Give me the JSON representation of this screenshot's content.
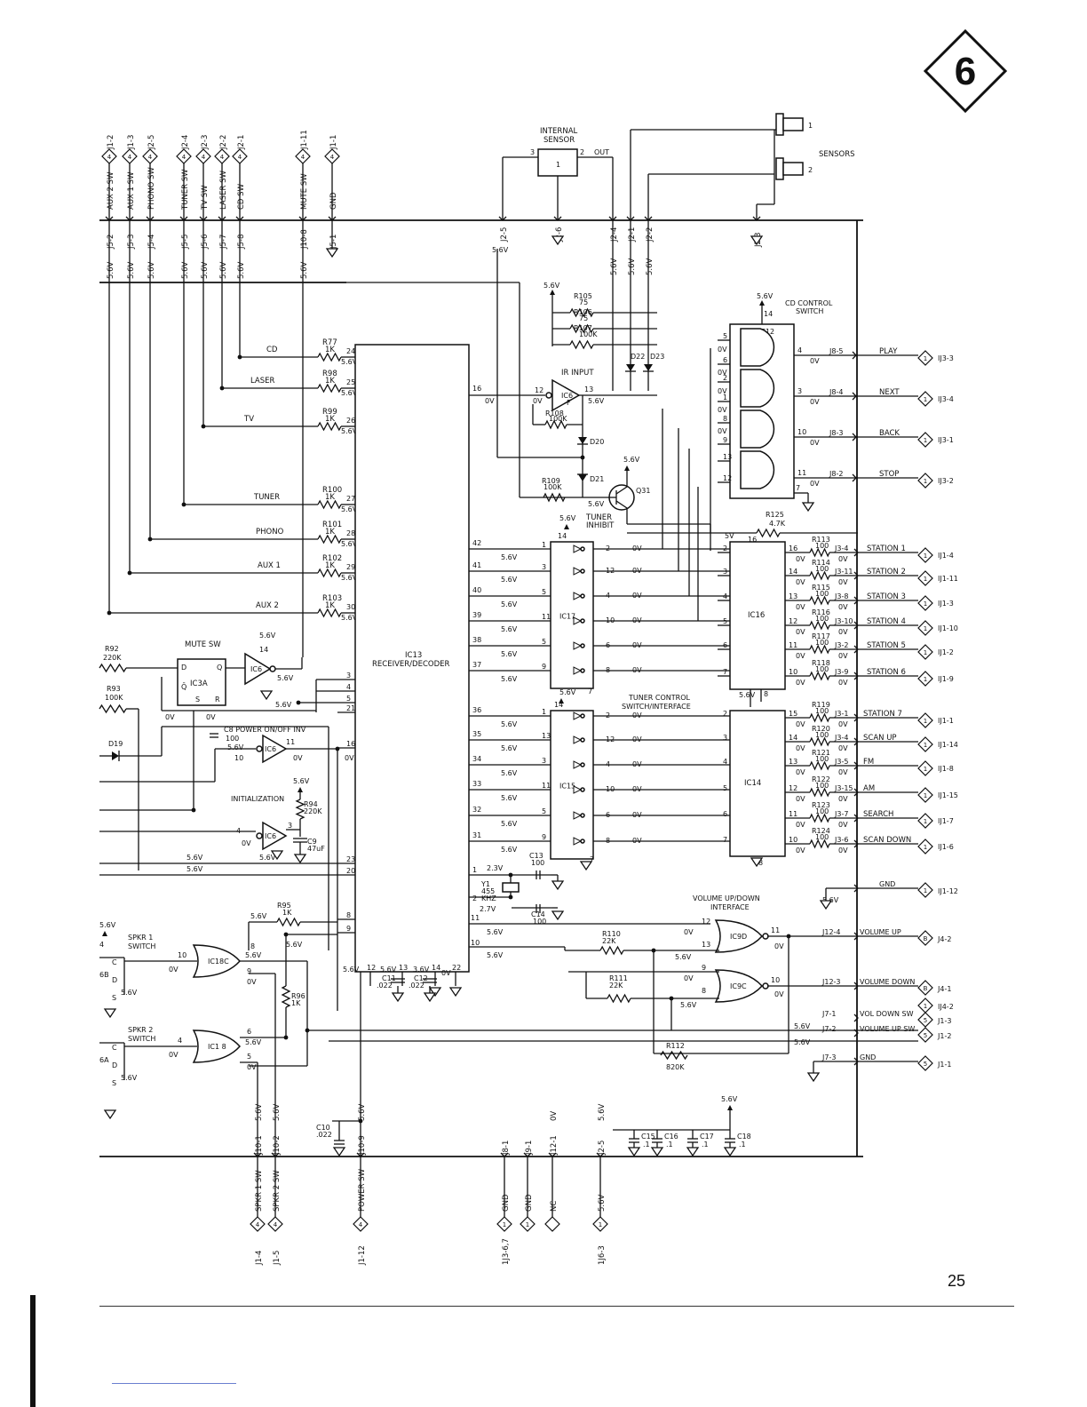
{
  "page": {
    "section_number": "6",
    "page_number": "25"
  },
  "top_connectors": [
    {
      "id": "J1-2",
      "label": "AUX 2 SW",
      "conn": "J5-2",
      "v": "5.6V"
    },
    {
      "id": "J1-3",
      "label": "AUX 1 SW",
      "conn": "J5-3",
      "v": "5.6V"
    },
    {
      "id": "J2-5",
      "label": "PHONO SW",
      "conn": "J5-4",
      "v": "5.6V"
    },
    {
      "id": "J2-4",
      "label": "TUNER SW",
      "conn": "J5-5",
      "v": "5.6V"
    },
    {
      "id": "J2-3",
      "label": "TV SW",
      "conn": "J5-6",
      "v": "5.6V"
    },
    {
      "id": "J2-2",
      "label": "LASER SW",
      "conn": "J5-7",
      "v": "5.6V"
    },
    {
      "id": "J2-1",
      "label": "CD SW",
      "conn": "J5-8",
      "v": "5.6V"
    },
    {
      "id": "J1-11",
      "label": "MUTE SW",
      "conn": "J10-8",
      "v": "5.6V"
    },
    {
      "id": "J1-1",
      "label": "GND",
      "conn": "J5-1",
      "v": ""
    }
  ],
  "sensor_block": {
    "internal_sensor": "INTERNAL SENSOR",
    "pin3": "3",
    "pin2": "2",
    "out": "OUT",
    "pin1": "1",
    "sensors": "SENSORS",
    "s1": "1",
    "s2": "2",
    "conns": [
      "J2-5",
      "J2-6",
      "J2-4",
      "J2-1",
      "J2-2",
      "J2-3"
    ],
    "v1": "5.6V",
    "v2": "5.6V",
    "v3": "5.6V",
    "v4": "5.6V",
    "vsrc": "5.6V"
  },
  "ir_block": {
    "r105": "R105",
    "r105v": "75",
    "r106": "R106",
    "r106v": "75",
    "r107": "R107",
    "r107v": "100K",
    "r108": "R108",
    "r108v": "100K",
    "r109": "R109",
    "r109v": "100K",
    "ir_input": "IR INPUT",
    "ic6f": "IC6 F",
    "d22": "D22",
    "d23": "D23",
    "d20": "D20",
    "d21": "D21",
    "q31": "Q31",
    "v56": "5.6V",
    "tuner_inhibit": "TUNER INHIBIT"
  },
  "source_lines": [
    {
      "name": "CD",
      "r": "R77",
      "rv": "1K",
      "pin": "24"
    },
    {
      "name": "LASER",
      "r": "R98",
      "rv": "1K",
      "pin": "25"
    },
    {
      "name": "TV",
      "r": "R99",
      "rv": "1K",
      "pin": "26"
    },
    {
      "name": "TUNER",
      "r": "R100",
      "rv": "1K",
      "pin": "27"
    },
    {
      "name": "PHONO",
      "r": "R101",
      "rv": "1K",
      "pin": "28"
    },
    {
      "name": "AUX 1",
      "r": "R102",
      "rv": "1K",
      "pin": "29"
    },
    {
      "name": "AUX 2",
      "r": "R103",
      "rv": "1K",
      "pin": "30"
    }
  ],
  "ic13": {
    "name": "IC13",
    "desc": "RECEIVER/DECODER"
  },
  "ic12": {
    "name": "IC12",
    "title": "CD CONTROL SWITCH",
    "vcc": "5.6V",
    "pin14": "14"
  },
  "cd_outputs": [
    {
      "conn": "J8-5",
      "label": "PLAY",
      "dest": "IJ3-3",
      "pin": "4"
    },
    {
      "conn": "J8-4",
      "label": "NEXT",
      "dest": "IJ3-4",
      "pin": "3"
    },
    {
      "conn": "J8-3",
      "label": "BACK",
      "dest": "IJ3-1",
      "pin": "10"
    },
    {
      "conn": "J8-2",
      "label": "STOP",
      "dest": "IJ3-2",
      "pin": "11"
    }
  ],
  "ic16": {
    "name": "IC16",
    "r125": "R125",
    "r125v": "4.7K"
  },
  "station_outputs": [
    {
      "r": "R113",
      "rv": "100",
      "conn": "J3-4",
      "label": "STATION 1",
      "dest": "IJ1-4"
    },
    {
      "r": "R114",
      "rv": "100",
      "conn": "J3-11",
      "label": "STATION 2",
      "dest": "IJ1-11"
    },
    {
      "r": "R115",
      "rv": "100",
      "conn": "J3-8",
      "label": "STATION 3",
      "dest": "IJ1-3"
    },
    {
      "r": "R116",
      "rv": "100",
      "conn": "J3-10",
      "label": "STATION 4",
      "dest": "IJ1-10"
    },
    {
      "r": "R117",
      "rv": "100",
      "conn": "J3-2",
      "label": "STATION 5",
      "dest": "IJ1-2"
    },
    {
      "r": "R118",
      "rv": "100",
      "conn": "J3-9",
      "label": "STATION 6",
      "dest": "IJ1-9"
    }
  ],
  "ic17": {
    "name": "IC17"
  },
  "ic15": {
    "name": "IC15"
  },
  "ic14": {
    "name": "IC14",
    "title": "TUNER CONTROL SWITCH/INTERFACE"
  },
  "tuner_outputs": [
    {
      "r": "R119",
      "rv": "100",
      "conn": "J3-1",
      "label": "STATION 7",
      "dest": "IJ1-1"
    },
    {
      "r": "R120",
      "rv": "100",
      "conn": "J3-4",
      "label": "SCAN UP",
      "dest": "IJ1-14"
    },
    {
      "r": "R121",
      "rv": "100",
      "conn": "J3-5",
      "label": "FM",
      "dest": "IJ1-8"
    },
    {
      "r": "R122",
      "rv": "100",
      "conn": "J3-15",
      "label": "AM",
      "dest": "IJ1-15"
    },
    {
      "r": "R123",
      "rv": "100",
      "conn": "J3-7",
      "label": "SEARCH",
      "dest": "IJ1-7"
    },
    {
      "r": "R124",
      "rv": "100",
      "conn": "J3-6",
      "label": "SCAN DOWN",
      "dest": "IJ1-6"
    }
  ],
  "left_block": {
    "mute_sw": "MUTE SW",
    "ic3a": "IC3A",
    "ic6a": "IC6 A",
    "r92": "R92",
    "r92v": "220K",
    "r93": "R93",
    "r93v": "100K",
    "d19": "D19",
    "c8": "C8 POWER ON/OFF INV",
    "c8v": "100",
    "ic6e": "IC6 E",
    "initialization": "INITIALIZATION",
    "r94": "R94",
    "r94v": "220K",
    "c9": "C9",
    "c9v": "47uF",
    "ic6b": "IC6 B",
    "r95": "R95",
    "r95v": "1K",
    "r96": "R96",
    "r96v": "1K",
    "spkr1": "SPKR 1 SWITCH",
    "spkr2": "SPKR 2 SWITCH",
    "ic18c": "IC18C",
    "ic18b": "IC1 8"
  },
  "crystal": {
    "c13": "C13",
    "c13v": "100",
    "y1": "Y1",
    "y1v": "455 KHZ",
    "c14": "C14",
    "c14v": "100",
    "v23": "2.3V",
    "v27": "2.7V",
    "c11": "C11",
    "c11v": ".022",
    "c12": "C12",
    "c12v": ".022"
  },
  "volume": {
    "title": "VOLUME UP/DOWN INTERFACE",
    "ic9d": "IC9D",
    "ic9c": "IC9C",
    "r110": "R110",
    "r110v": "22K",
    "r111": "R111",
    "r111v": "22K",
    "r112": "R112",
    "r112v": "820K",
    "outputs": [
      {
        "conn": "J12-4",
        "label": "VOLUME UP",
        "dest": "J4-2"
      },
      {
        "conn": "J12-3",
        "label": "VOLUME DOWN",
        "dest": "J4-1"
      },
      {
        "conn": "J7-1",
        "label": "VOL DOWN SW",
        "dest": "J1-3"
      },
      {
        "conn": "J7-2",
        "label": "VOLUME UP SW",
        "dest": "J1-2"
      },
      {
        "conn": "J7-3",
        "label": "GND",
        "dest": "J1-1"
      }
    ],
    "ij4": "IJ4-2",
    "gnd_top": "GND",
    "gnd_top_dest": "IJ1-12"
  },
  "bottom_connectors": [
    {
      "conn": "J10-1",
      "label": "SPKR 1 SW",
      "dest": "J1-4",
      "v": "5.6V"
    },
    {
      "conn": "J10-2",
      "label": "SPKR 2 SW",
      "dest": "J1-5",
      "v": "5.6V"
    },
    {
      "conn": "J10-9",
      "label": "POWER SW",
      "dest": "J1-12",
      "v": "5.6V"
    },
    {
      "conn": "J8-1",
      "label": "GND",
      "dest": "1J3-6,7",
      "v": ""
    },
    {
      "conn": "J9-1",
      "label": "GND",
      "dest": "",
      "v": ""
    },
    {
      "conn": "J12-1",
      "label": "NC",
      "dest": "",
      "v": "0V"
    },
    {
      "conn": "J2-5",
      "label": "5.6V",
      "dest": "1J6-3",
      "v": "5.6V"
    }
  ],
  "bypass_caps": {
    "v": "5.6V",
    "c15": "C15",
    "c16": "C16",
    "c17": "C17",
    "c18": "C18",
    "cv": ".1",
    "c10": "C10",
    "c10v": ".022"
  }
}
